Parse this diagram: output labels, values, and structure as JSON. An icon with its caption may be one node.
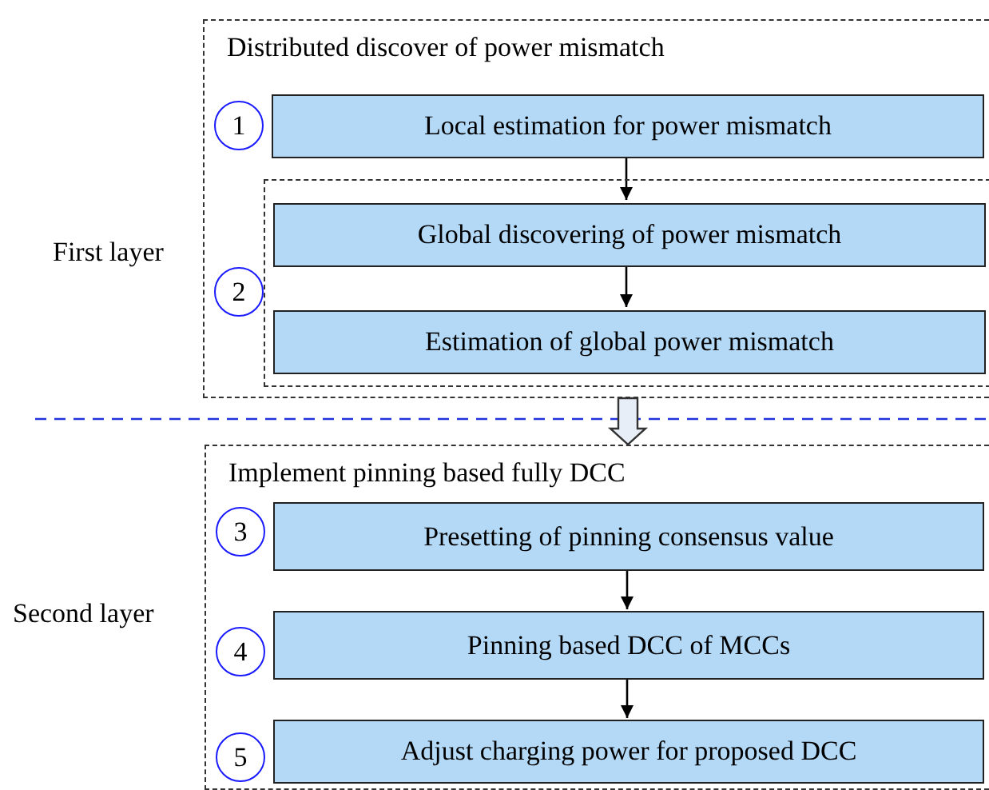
{
  "diagram": {
    "nodes": [
      {
        "text": [
          "Distributed discover of power mismatch"
        ]
      },
      {
        "text": [
          "1"
        ],
        "in": 0
      },
      {
        "text": [
          "Local estimation for power mismatch"
        ],
        "in": 0
      },
      {
        "text": [],
        "shape": "box",
        "in": 0
      },
      {
        "text": [
          "2"
        ],
        "in": 0
      },
      {
        "text": [
          "Global discovering of power mismatch"
        ],
        "in": 3
      },
      {
        "text": [
          "Estimation of global power mismatch"
        ],
        "in": 3
      },
      {
        "text": [
          "Implement pinning based fully DCC"
        ]
      },
      {
        "text": [
          "3"
        ],
        "in": 7
      },
      {
        "text": [
          "Presetting of pinning consensus value"
        ],
        "in": 7
      },
      {
        "text": [
          "4"
        ],
        "in": 7
      },
      {
        "text": [
          "Pinning based DCC of MCCs"
        ],
        "in": 7
      },
      {
        "text": [
          "5"
        ],
        "in": 7
      },
      {
        "text": [
          "Adjust charging power for proposed DCC"
        ],
        "in": 7
      }
    ],
    "edges": [
      {
        "from": 2,
        "to": 5,
        "arrow": "to"
      },
      {
        "from": 5,
        "to": 6,
        "arrow": "to"
      },
      {
        "from": 0,
        "to": 7,
        "arrow": "to",
        "style": "thick"
      },
      {
        "from": 9,
        "to": 11,
        "arrow": "to"
      },
      {
        "from": 11,
        "to": 13,
        "arrow": "to"
      }
    ],
    "labels": [
      "First layer",
      "Second layer"
    ]
  }
}
